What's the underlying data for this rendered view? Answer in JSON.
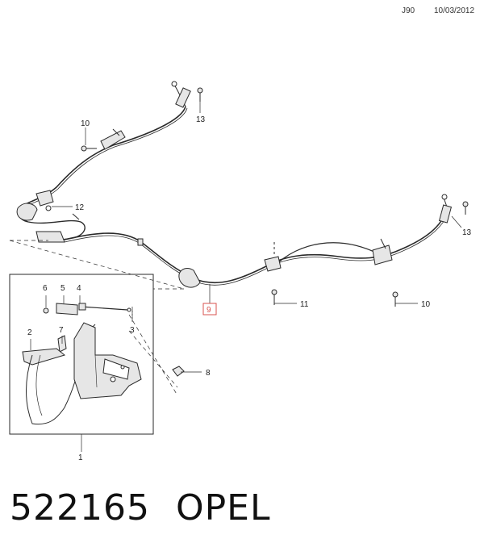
{
  "header": {
    "code": "J90",
    "date": "10/03/2012"
  },
  "callouts": {
    "c1": "1",
    "c2": "2",
    "c3": "3",
    "c4": "4",
    "c5": "5",
    "c6": "6",
    "c7": "7",
    "c8": "8",
    "c9": "9",
    "c10a": "10",
    "c10b": "10",
    "c11": "11",
    "c12": "12",
    "c13a": "13",
    "c13b": "13"
  },
  "footer": {
    "part_number": "522165",
    "brand": "OPEL"
  },
  "colors": {
    "line": "#2a2a2a",
    "highlight": "#d9534f",
    "fill": "#e6e6e6"
  }
}
